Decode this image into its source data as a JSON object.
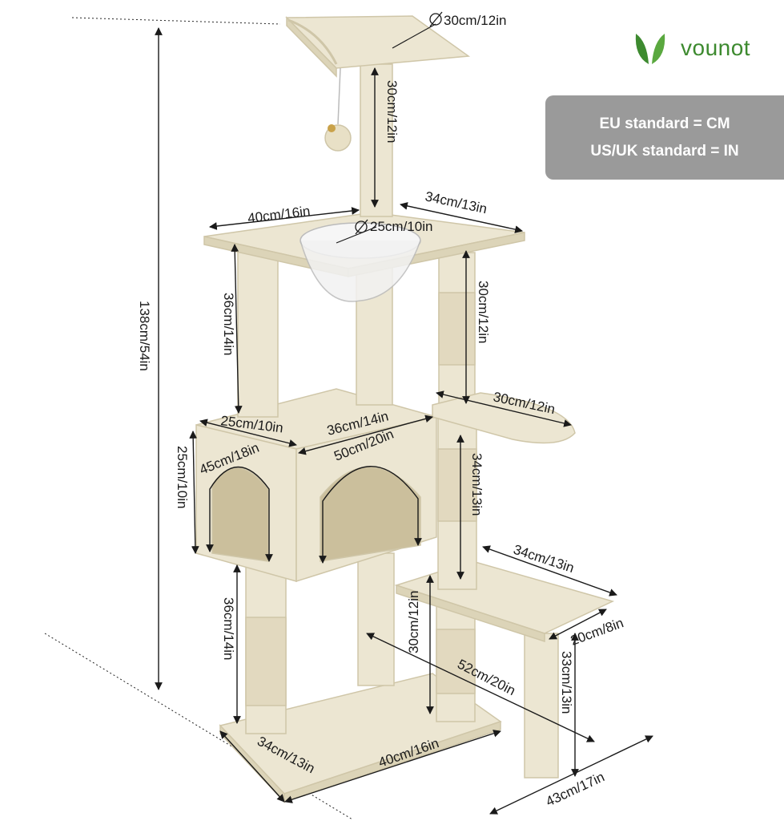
{
  "brand": {
    "name": "vounot",
    "logo_icon": "leaf-logo-icon",
    "color": "#3d8a2f"
  },
  "standards": {
    "eu": "EU standard = CM",
    "us": "US/UK standard = IN",
    "box_color": "#9a9a9a"
  },
  "product": {
    "color": "#ece6d2",
    "sisal_color": "#e2d9bf"
  },
  "dimensions": {
    "top_perch_diameter": "30cm/12in",
    "top_post_height": "30cm/12in",
    "platform_width": "40cm/16in",
    "platform_depth": "34cm/13in",
    "bowl_diameter": "25cm/10in",
    "left_upper_post_height": "36cm/14in",
    "right_upper_post_height": "30cm/12in",
    "side_perch_width": "30cm/12in",
    "condo_depth": "25cm/10in",
    "condo_width": "36cm/14in",
    "condo_height": "25cm/10in",
    "small_arch": "45cm/18in",
    "large_arch": "50cm/20in",
    "right_mid_post_height": "34cm/13in",
    "step_width": "34cm/13in",
    "step_depth": "20cm/8in",
    "left_lower_post_height": "36cm/14in",
    "center_lower_post_height": "30cm/12in",
    "diagonal_length": "52cm/20in",
    "step_post_height": "33cm/13in",
    "base_depth": "34cm/13in",
    "base_width": "40cm/16in",
    "total_footprint": "43cm/17in",
    "total_height": "138cm/54in"
  }
}
